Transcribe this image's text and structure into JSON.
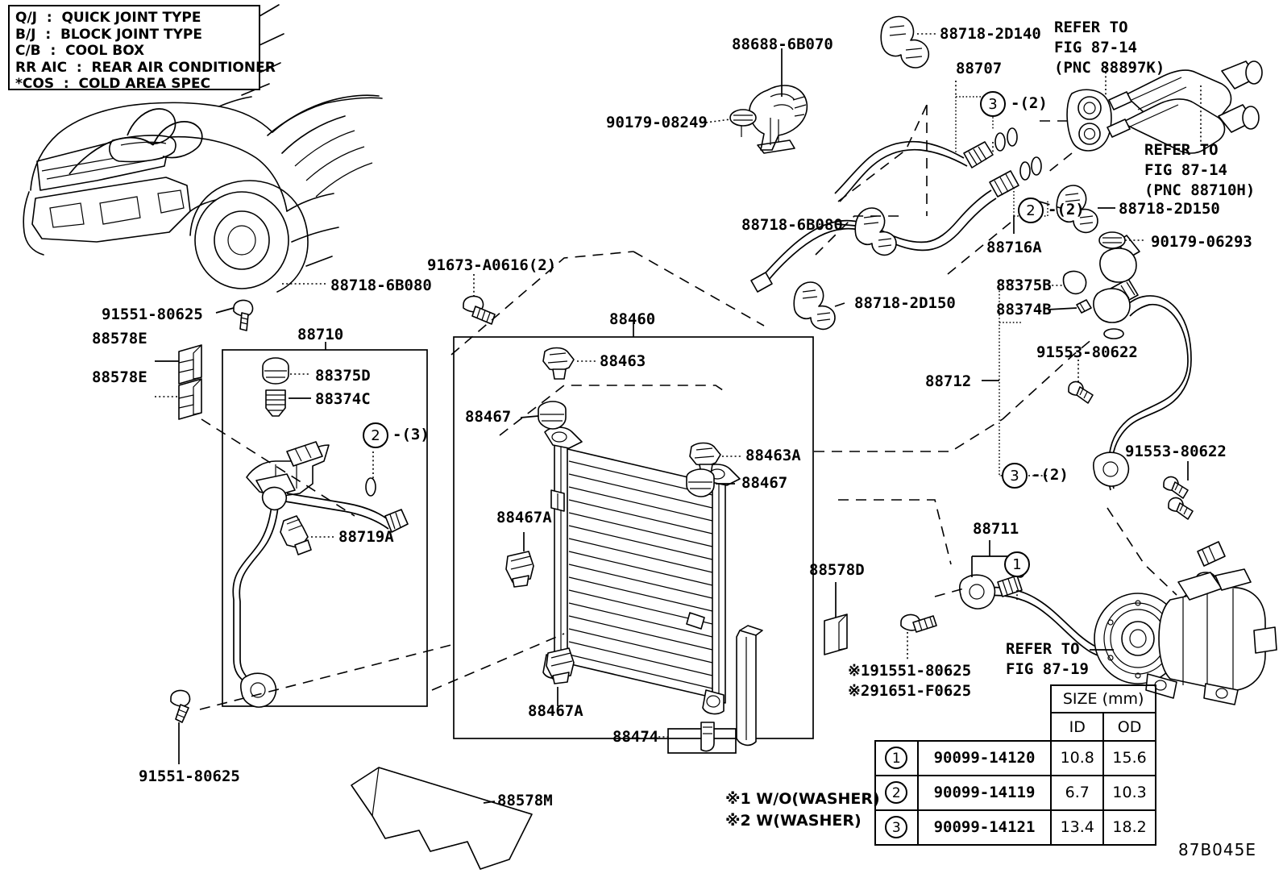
{
  "figure": {
    "id": "87B045E",
    "title": "Air Conditioner Piping / Condenser"
  },
  "legend": {
    "rows": [
      "Q/J  :  QUICK JOINT TYPE",
      "B/J  :  BLOCK JOINT TYPE",
      "C/B  :  COOL BOX",
      "RR AIC  :  REAR AIR CONDITIONER",
      "*COS  :  COLD AREA SPEC"
    ]
  },
  "callouts": {
    "c_88688_6B070": "88688-6B070",
    "c_90179_08249": "90179-08249",
    "c_88718_2D140": "88718-2D140",
    "c_88707": "88707",
    "c_refer_8714_88897K_l1": "REFER TO",
    "c_refer_8714_88897K_l2": "FIG 87-14",
    "c_refer_8714_88897K_l3": "(PNC 88897K)",
    "c_refer_8714_88710H_l1": "REFER TO",
    "c_refer_8714_88710H_l2": "FIG 87-14",
    "c_refer_8714_88710H_l3": "(PNC 88710H)",
    "c_88718_2D150_right": "88718-2D150",
    "c_88718_6B080_mid": "88718-6B080",
    "c_88716A": "88716A",
    "c_90179_06293": "90179-06293",
    "c_88375B": "88375B",
    "c_88374B": "88374B",
    "c_88718_2D150_mid": "88718-2D150",
    "c_91553_80622_top": "91553-80622",
    "c_88712": "88712",
    "c_91553_80622_bot": "91553-80622",
    "c_88718_6B080_left": "88718-6B080",
    "c_91673_A0616": "91673-A0616(2)",
    "c_88460": "88460",
    "c_88463": "88463",
    "c_88467_left": "88467",
    "c_88463A": "88463A",
    "c_88467_right": "88467",
    "c_88467A_left": "88467A",
    "c_88467A_bottom": "88467A",
    "c_88474": "88474",
    "c_91551_80625_top": "91551-80625",
    "c_88578E_1": "88578E",
    "c_88578E_2": "88578E",
    "c_88710": "88710",
    "c_88375D": "88375D",
    "c_88374C": "88374C",
    "c_88719A": "88719A",
    "c_91551_80625_bottom": "91551-80625",
    "c_88578M": "88578M",
    "c_88578D": "88578D",
    "c_88711": "88711",
    "c_refer_8719_l1": "REFER TO",
    "c_refer_8719_l2": "FIG 87-19",
    "note_1": "※191551-80625",
    "note_2": "※291651-F0625",
    "washer_note_1": "※1 W/O(WASHER)",
    "washer_note_2": "※2 W(WASHER)",
    "bal_3_2_top": "-(2)",
    "bal_2_2": "-(2)",
    "bal_2_3": "-(3)",
    "bal_3_2_bottom": "-(2)"
  },
  "balloons": {
    "b1": "1",
    "b2": "2",
    "b3": "3",
    "b_top3": "3",
    "b_mid2": "2",
    "b_left2": "2",
    "b_right3": "3"
  },
  "size_table": {
    "header_size": "SIZE (mm)",
    "header_id": "ID",
    "header_od": "OD",
    "rows": [
      {
        "index": "1",
        "part_no": "90099-14120",
        "id": "10.8",
        "od": "15.6"
      },
      {
        "index": "2",
        "part_no": "90099-14119",
        "id": "6.7",
        "od": "10.3"
      },
      {
        "index": "3",
        "part_no": "90099-14121",
        "id": "13.4",
        "od": "18.2"
      }
    ]
  }
}
